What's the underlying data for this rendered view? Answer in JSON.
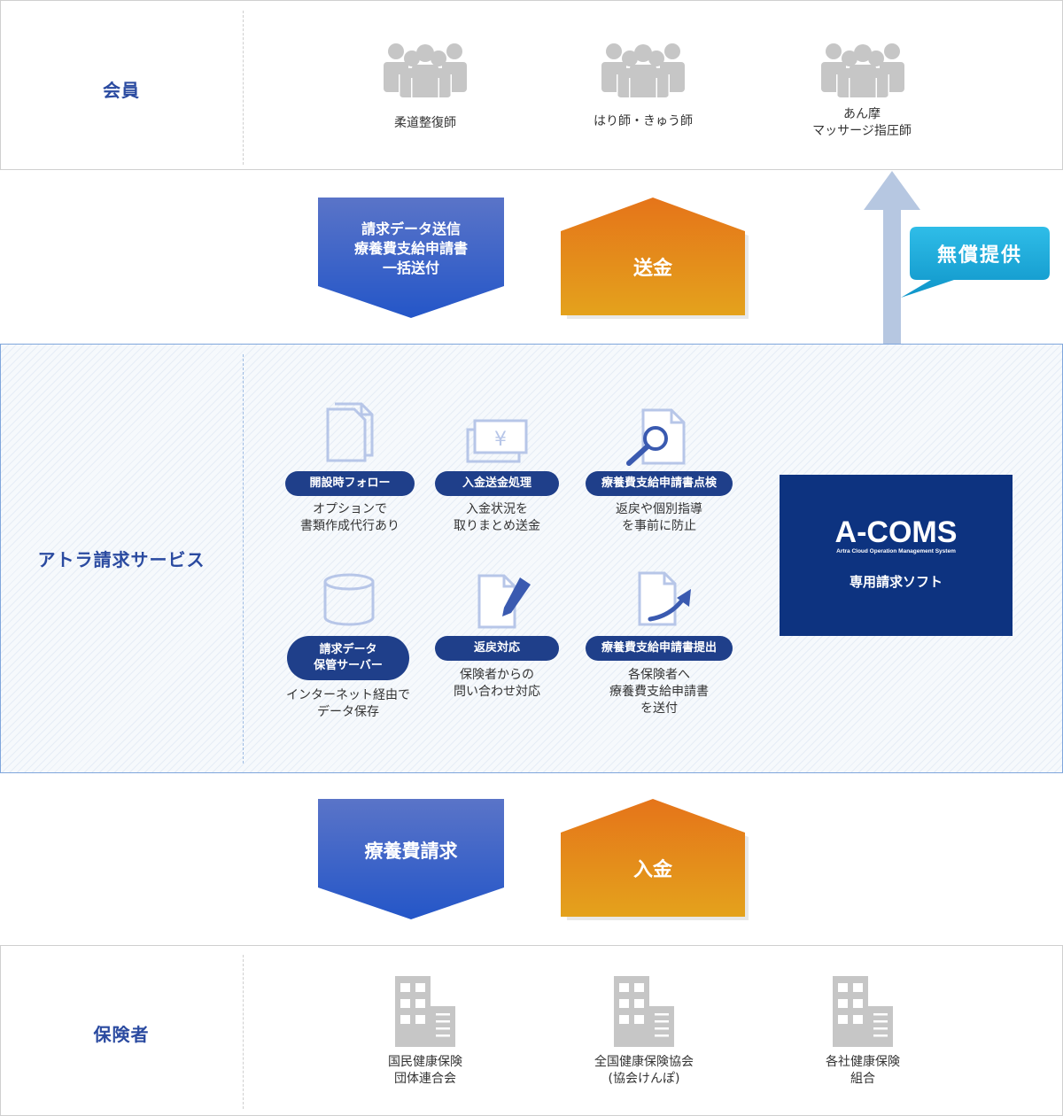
{
  "colors": {
    "section_label": "#2a4aa0",
    "icon_gray": "#c6c6c6",
    "icon_outline": "#b7c6e8",
    "pill_navy": "#1f3f8a",
    "acoms_navy": "#0d3380",
    "arrow_blue": "#3b63c8",
    "arrow_orange": "#e3861a",
    "callout_cyan": "#18a6d6",
    "up_arrow": "#b6c7e1"
  },
  "members": {
    "label": "会員",
    "items": [
      {
        "icon": "people-group-icon",
        "lines": [
          "柔道整復師"
        ]
      },
      {
        "icon": "people-group-icon",
        "lines": [
          "はり師・きゅう師"
        ]
      },
      {
        "icon": "people-group-icon",
        "lines": [
          "あん摩",
          "マッサージ指圧師"
        ]
      }
    ]
  },
  "flow_top": {
    "down_arrow_lines": [
      "請求データ送信",
      "療養費支給申請書",
      "一括送付"
    ],
    "up_arrow_label": "送金",
    "callout": "無償提供"
  },
  "service": {
    "label": "アトラ請求サービス",
    "features": [
      {
        "icon": "document-stack-icon",
        "pill": [
          "開設時フォロー"
        ],
        "desc": [
          "オプションで",
          "書類作成代行あり"
        ]
      },
      {
        "icon": "yen-bills-icon",
        "pill": [
          "入金送金処理"
        ],
        "desc": [
          "入金状況を",
          "取りまとめ送金"
        ]
      },
      {
        "icon": "document-magnifier-icon",
        "pill": [
          "療養費支給申請書点検"
        ],
        "desc": [
          "返戻や個別指導",
          "を事前に防止"
        ]
      },
      {
        "icon": "database-cylinder-icon",
        "pill": [
          "請求データ",
          "保管サーバー"
        ],
        "desc": [
          "インターネット経由で",
          "データ保存"
        ]
      },
      {
        "icon": "document-pen-icon",
        "pill": [
          "返戻対応"
        ],
        "desc": [
          "保険者からの",
          "問い合わせ対応"
        ]
      },
      {
        "icon": "document-send-icon",
        "pill": [
          "療養費支給申請書提出"
        ],
        "desc": [
          "各保険者へ",
          "療養費支給申請書",
          "を送付"
        ]
      }
    ],
    "software": {
      "logo": "A-COMS",
      "logo_sub": "Artra Cloud Operation Management System",
      "caption": "専用請求ソフト"
    }
  },
  "flow_bottom": {
    "down_arrow_label": "療養費請求",
    "up_arrow_label": "入金"
  },
  "insurers": {
    "label": "保険者",
    "items": [
      {
        "icon": "building-icon",
        "lines": [
          "国民健康保険",
          "団体連合会"
        ]
      },
      {
        "icon": "building-icon",
        "lines": [
          "全国健康保険協会",
          "(協会けんぽ)"
        ]
      },
      {
        "icon": "building-icon",
        "lines": [
          "各社健康保険",
          "組合"
        ]
      }
    ]
  }
}
